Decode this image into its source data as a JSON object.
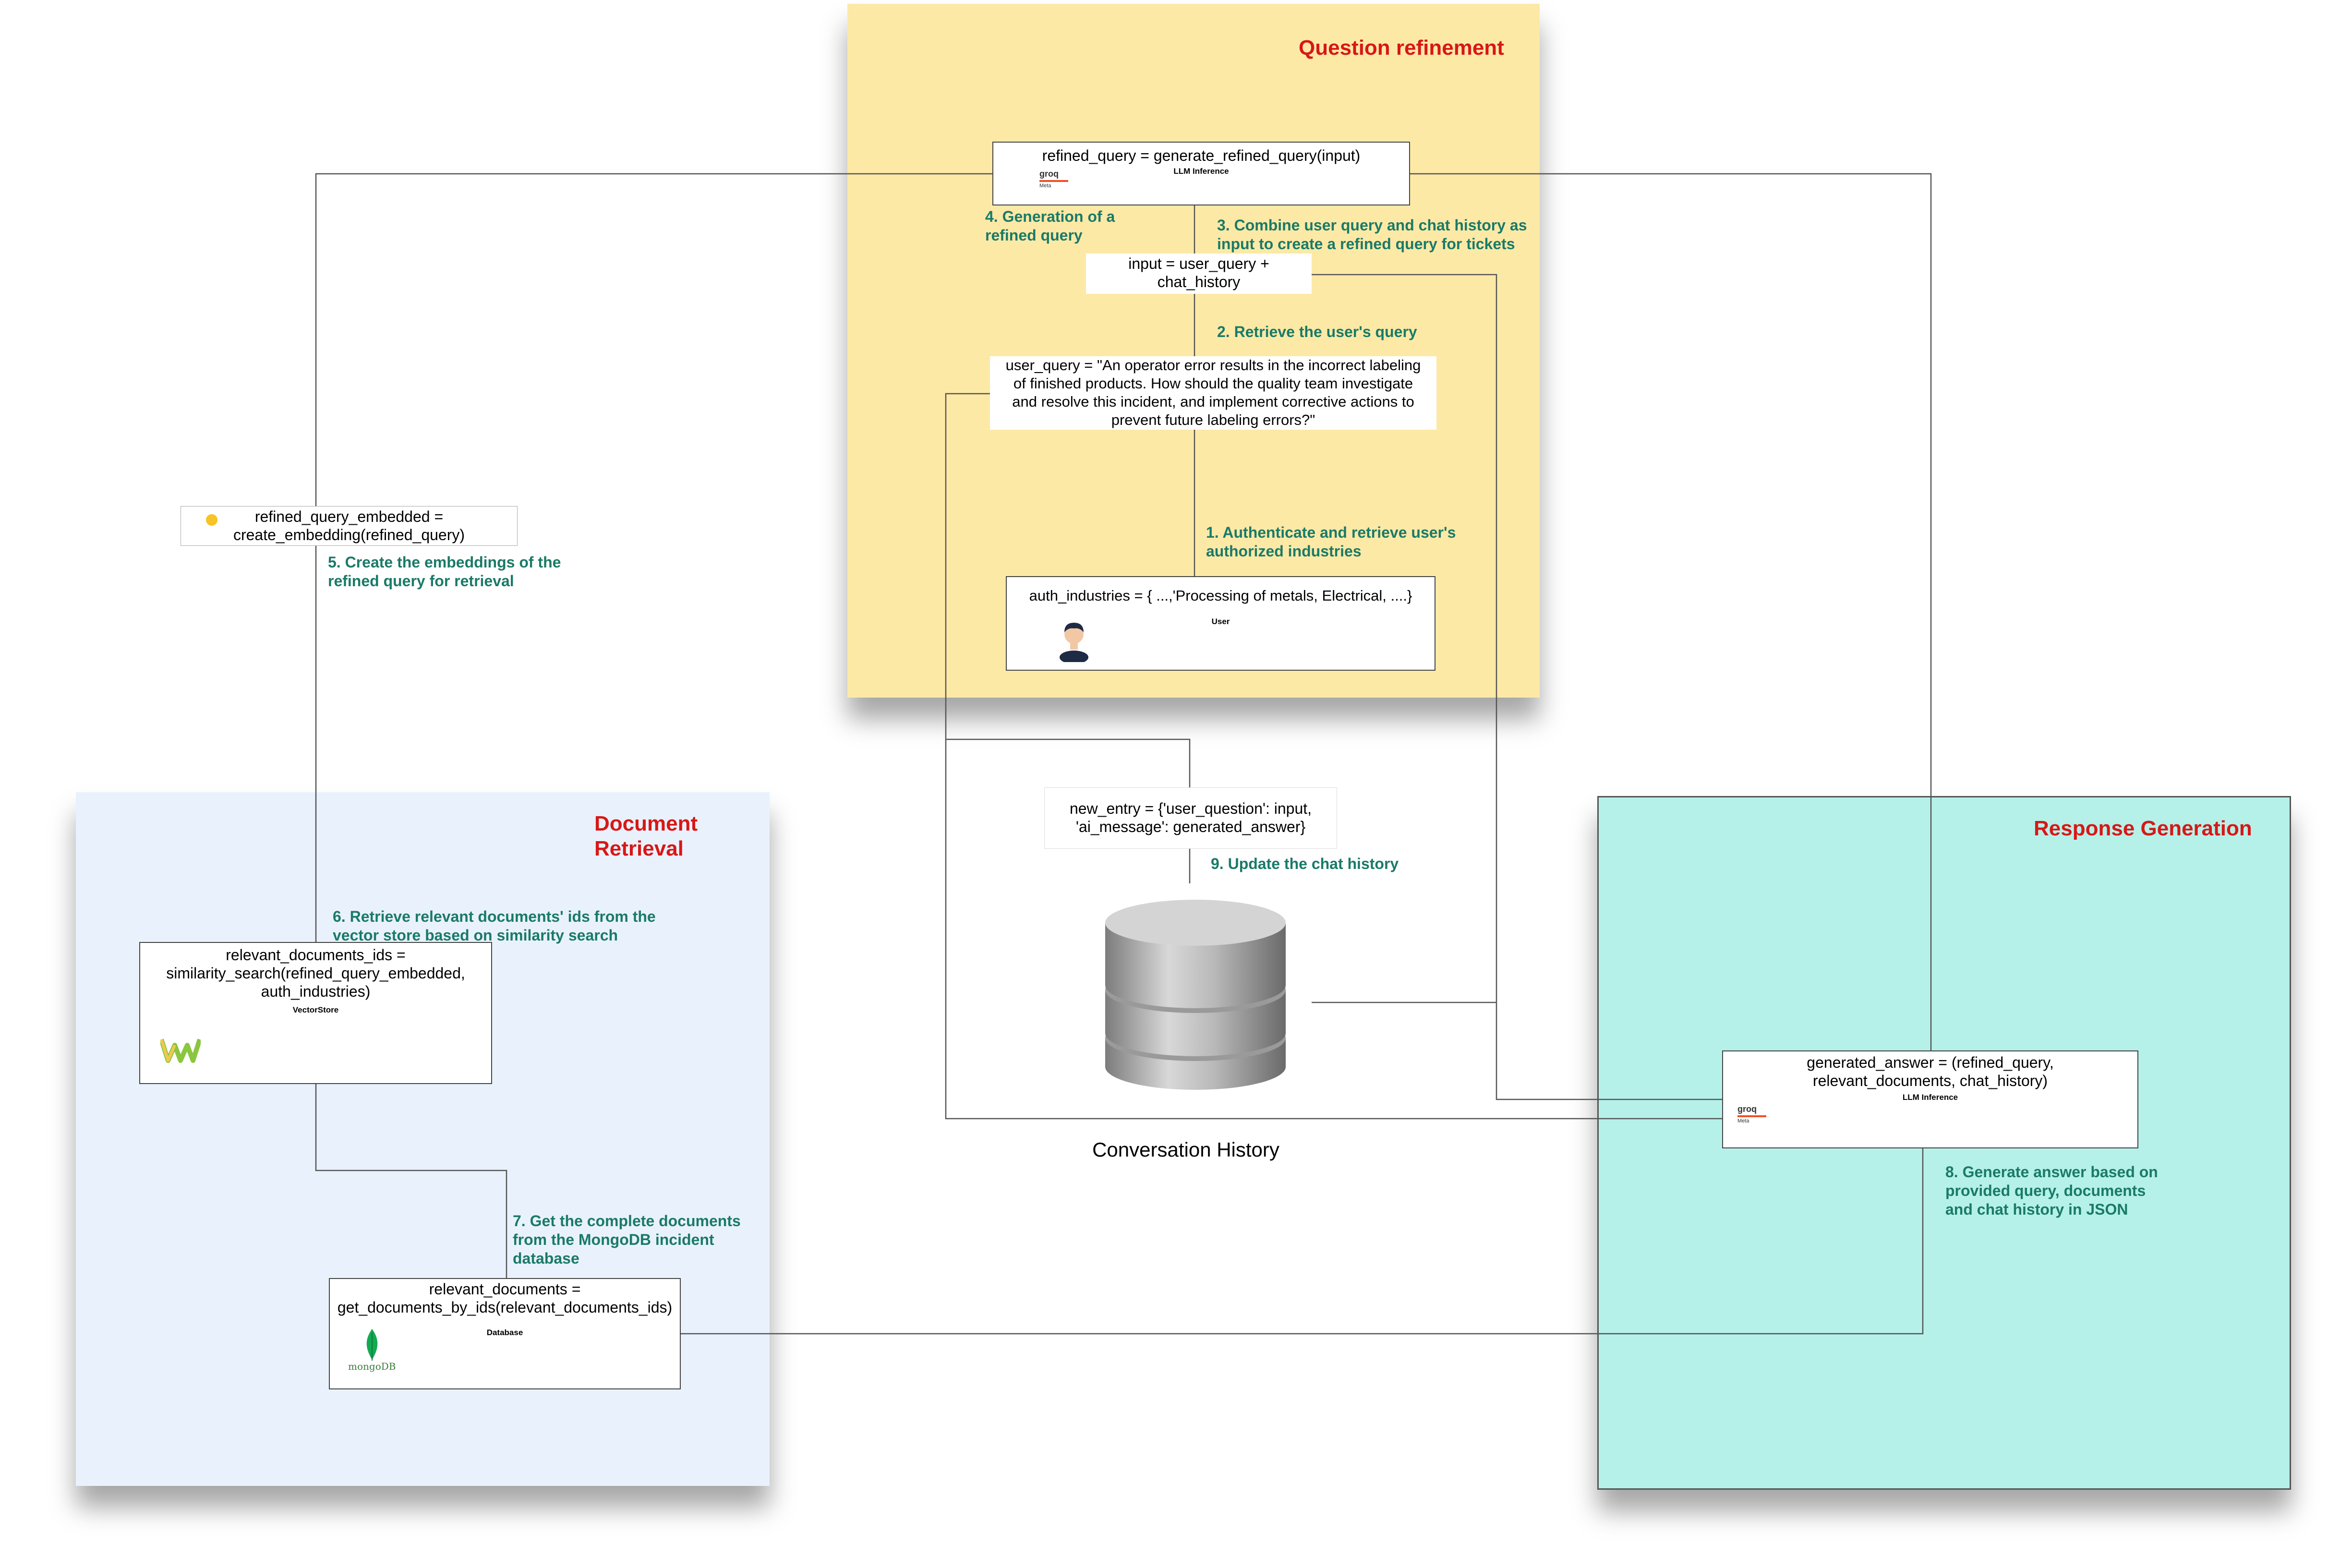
{
  "sections": {
    "question_refinement": "Question refinement",
    "document_retrieval": "Document\nRetrieval",
    "response_generation": "Response Generation"
  },
  "boxes": {
    "refined_query": {
      "code": "refined_query =  generate_refined_query(input)",
      "sub": "LLM Inference",
      "logo_text": "groq",
      "logo_sub": "Meta"
    },
    "input": {
      "code": "input =  user_query +\nchat_history"
    },
    "user_query": {
      "code": "user_query = \"An operator error results in the incorrect labeling\nof finished products. How should the quality team investigate\nand resolve this incident, and implement corrective actions to\nprevent future labeling errors?\""
    },
    "auth": {
      "code": "auth_industries = { ...,'Processing of metals, Electrical, ....}",
      "sub": "User"
    },
    "embedded": {
      "code": "refined_query_embedded =\ncreate_embedding(refined_query)"
    },
    "similarity": {
      "code": "relevant_documents_ids =\nsimilarity_search(refined_query_embedded,\nauth_industries)",
      "sub": "VectorStore"
    },
    "relevant_docs": {
      "code": "relevant_documents =\nget_documents_by_ids(relevant_documents_ids)",
      "sub": "Database",
      "logo_text": "mongoDB"
    },
    "new_entry": {
      "code": "new_entry = {'user_question': input,\n'ai_message': generated_answer}"
    },
    "generated": {
      "code": "generated_answer = (refined_query,\nrelevant_documents, chat_history)",
      "sub": "LLM Inference",
      "logo_text": "groq",
      "logo_sub": "Meta"
    }
  },
  "steps": {
    "s1": "1. Authenticate and retrieve user's\n authorized industries",
    "s2": "2. Retrieve the user's query",
    "s3": "3. Combine user query and chat history as\ninput to create a refined query for tickets",
    "s4": "4. Generation of a\nrefined query",
    "s5": "5. Create the embeddings of the\nrefined query for retrieval",
    "s6": "6. Retrieve relevant documents' ids from the\nvector store based on similarity search",
    "s7": "7. Get the complete documents\nfrom the MongoDB incident\ndatabase",
    "s8": "8. Generate answer based on\nprovided query, documents\nand chat history in JSON",
    "s9": "9. Update the chat history"
  },
  "db_label": "Conversation History",
  "colors": {
    "question_refinement_bg": "#fde9a6",
    "document_retrieval_bg": "#e9f2fc",
    "response_generation_bg": "#b5f1e9",
    "title_red": "#d81717",
    "step_green": "#1a7a68"
  }
}
